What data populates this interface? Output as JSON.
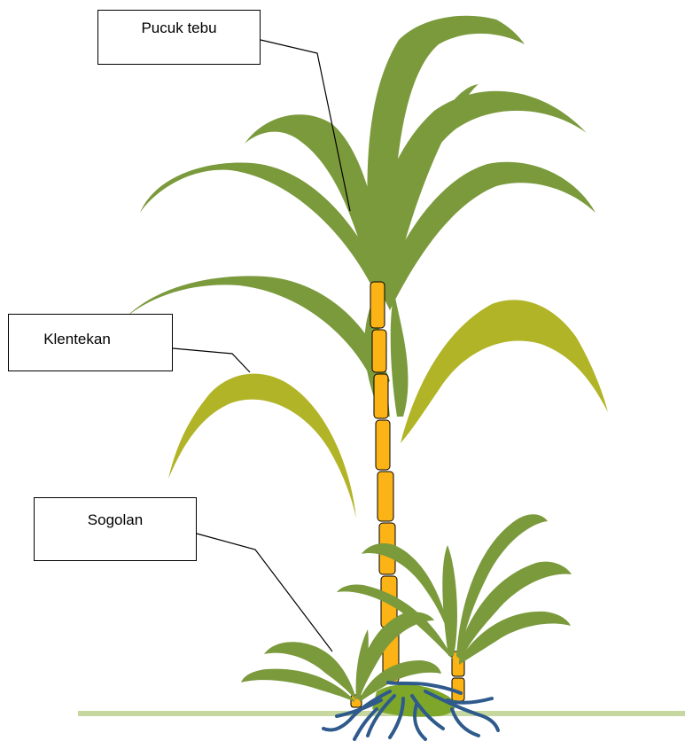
{
  "labels": {
    "top_shoot": "Pucuk tebu",
    "dry_leaves": "Klentekan",
    "side_shoot": "Sogolan"
  },
  "colors": {
    "leaf_green": "#7a9a3c",
    "leaf_yellow": "#b2b427",
    "stalk": "#fbb316",
    "roots": "#2e5a8c",
    "ground": "#c6d8a0"
  }
}
